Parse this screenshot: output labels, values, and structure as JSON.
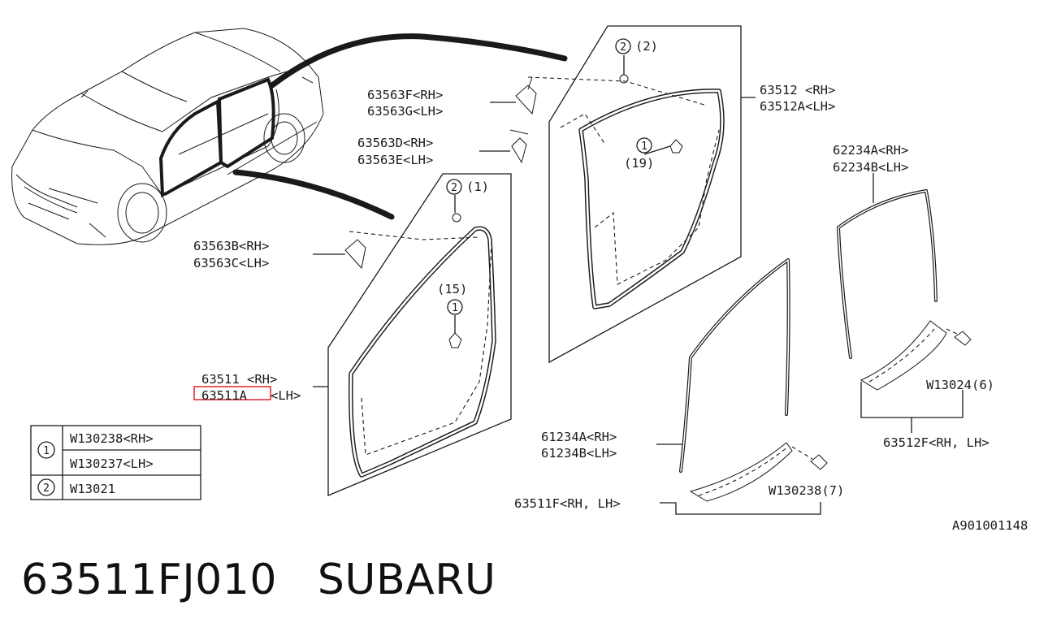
{
  "labels": {
    "p63563F": "63563F<RH>",
    "p63563G": "63563G<LH>",
    "p63563D": "63563D<RH>",
    "p63563E": "63563E<LH>",
    "p63563B": "63563B<RH>",
    "p63563C": "63563C<LH>",
    "p63512": "63512  <RH>",
    "p63512A": "63512A<LH>",
    "p62234A": "62234A<RH>",
    "p62234B": "62234B<LH>",
    "p63511": "63511  <RH>",
    "p63511A": "63511A",
    "p63511A_side": "<LH>",
    "p61234A": "61234A<RH>",
    "p61234B": "61234B<LH>",
    "p63511F": "63511F<RH, LH>",
    "p63512F": "63512F<RH, LH>",
    "w13024": "W13024(6)",
    "w130238_7": "W130238(7)",
    "ref1_top": "(2)",
    "ref1_top_n": "2",
    "ref2_top": "(1)",
    "ref2_top_n": "2",
    "ref3": "(19)",
    "ref3_n": "1",
    "ref4": "(15)",
    "ref4_n": "1",
    "diagram_id": "A901001148"
  },
  "legend": {
    "rows": [
      {
        "symbol": "1",
        "text": "W130238<RH>"
      },
      {
        "symbol": "",
        "text": "W130237<LH>"
      },
      {
        "symbol": "2",
        "text": "W13021"
      }
    ]
  },
  "colors": {
    "highlight": "#e0303a",
    "ink": "#1a1a1a"
  },
  "caption": {
    "part_number": "63511FJ010",
    "brand": "SUBARU"
  }
}
